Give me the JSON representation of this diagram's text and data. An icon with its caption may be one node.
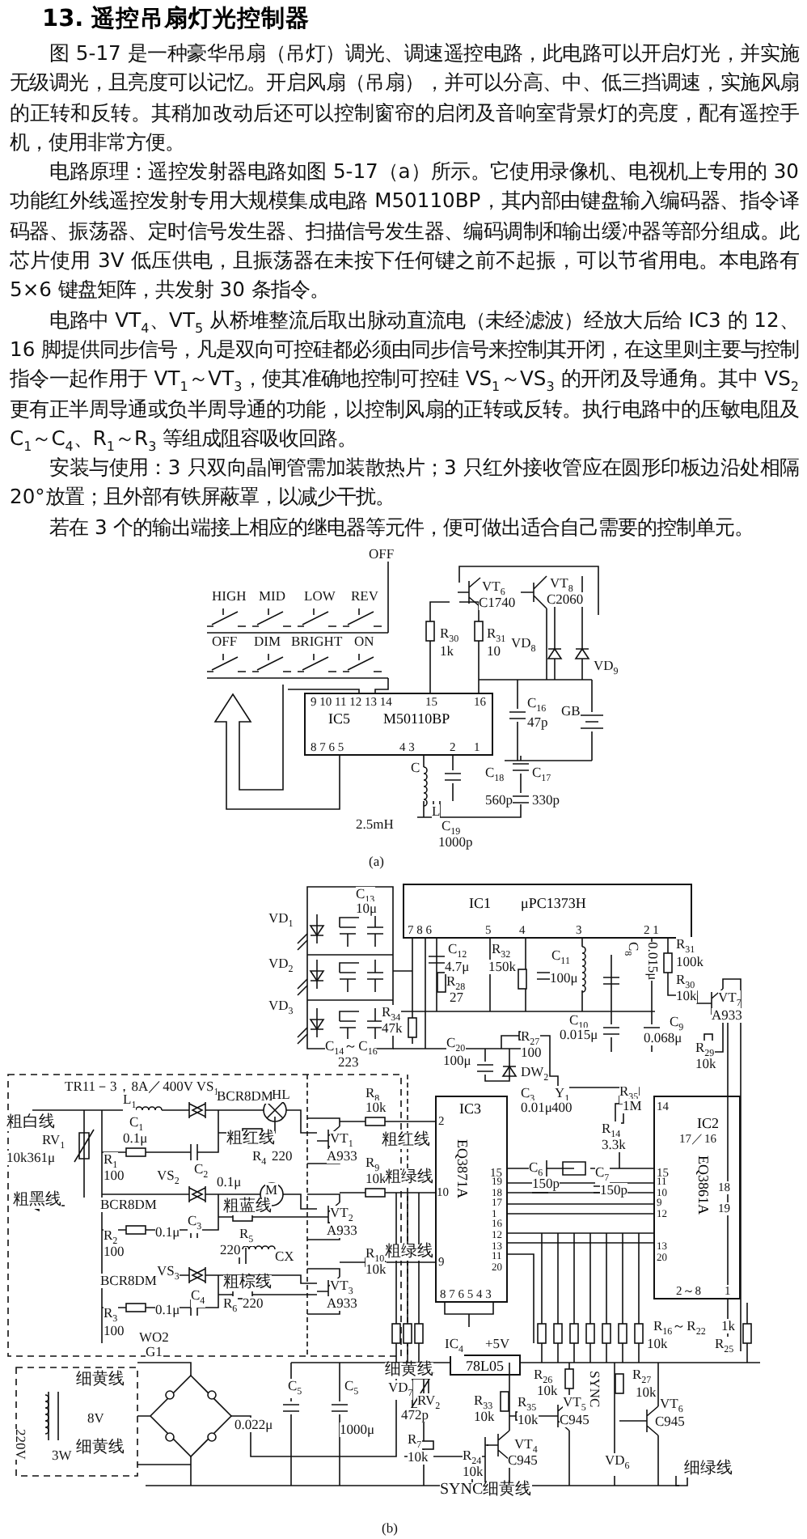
{
  "diagram": {
    "title": "13. 遥控吊扇灯光控制器",
    "nodes": [
      {
        "text": [
          "IC5",
          "M50110BP"
        ]
      },
      {
        "text": [
          "IC1",
          "μPC1373H"
        ]
      },
      {
        "text": [
          "IC3",
          "EQ3871A"
        ]
      },
      {
        "text": [
          "IC2",
          "EQ3861A"
        ]
      },
      {
        "text": [
          "78L05"
        ],
        "beside": [
          "IC$_{4}$",
          "+5V"
        ]
      }
    ],
    "edges": [
      {
        "from": 2,
        "to": 3,
        "arrow": "none"
      },
      {
        "from": 2,
        "to": 3,
        "arrow": "none"
      },
      {
        "from": 2,
        "to": 3,
        "arrow": "none"
      },
      {
        "from": 2,
        "to": 3,
        "arrow": "none"
      },
      {
        "from": 2,
        "to": 3,
        "arrow": "none"
      },
      {
        "from": 2,
        "to": 3,
        "arrow": "none"
      }
    ],
    "labels": [
      "图 5-17 是一种豪华吊扇（吊灯）调光、调速遥控电路，此电路可以开启灯光，并实施无级调光，且亮度可以记忆。开启风扇（吊扇），并可以分高、中、低三挡调速，实施风扇的正转和反转。其稍加改动后还可以控制窗帘的启闭及音响室背景灯的亮度，配有遥控手机，使用非常方便。",
      "电路原理：遥控发射器电路如图 5-17（a）所示。它使用录像机、电视机上专用的 30 功能红外线遥控发射专用大规模集成电路 M50110BP，其内部由键盘输入编码器、指令译码器、振荡器、定时信号发生器、扫描信号发生器、编码调制和输出缓冲器等部分组成。此芯片使用 3V 低压供电，且振荡器在未按下任何键之前不起振，可以节省用电。本电路有 5×6 键盘矩阵，共发射 30 条指令。",
      "电路中 VT$_{4}$、VT$_{5}$ 从桥堆整流后取出脉动直流电（未经滤波）经放大后给 IC3 的 12、16 脚提供同步信号，凡是双向可控硅都必须由同步信号来控制其开闭，在这里则主要与控制指令一起作用于 VT$_{1}$～VT$_{3}$，使其准确地控制可控硅 VS$_{1}$～VS$_{3}$ 的开闭及导通角。其中 VS$_{2}$ 更有正半周导通或负半周导通的功能，以控制风扇的正转或反转。执行电路中的压敏电阻及 C$_{1}$～C$_{4}$、R$_{1}$～R$_{3}$ 等组成阻容吸收回路。",
      "安装与使用：3 只双向晶闸管需加装散热片；3 只红外接收管应在圆形印板边沿处相隔 20°放置；且外部有铁屏蔽罩，以减少干扰。",
      "若在 3 个的输出端接上相应的继电器等元件，便可做出适合自己需要的控制单元。",
      "OFF",
      "HIGH",
      "MID",
      "LOW",
      "REV",
      "OFF",
      "DIM",
      "BRIGHT",
      "ON",
      "VT$_{6}$",
      "C1740",
      "VT$_{8}$",
      "C2060",
      "R$_{30}$",
      "1k",
      "R$_{31}$",
      "10",
      "VD$_{8}$",
      "VD$_{9}$",
      "C$_{16}$",
      "47p",
      "GB",
      "9 10 11 12 13 14",
      "15",
      "16",
      "8 7 6 5",
      "4 3",
      "2",
      "1",
      "C",
      "L",
      "C$_{18}$",
      "560p",
      "C$_{17}$",
      "330p",
      "2.5mH",
      "C$_{19}$",
      "1000p",
      "(a)",
      "VD$_{1}$",
      "VD$_{2}$",
      "VD$_{3}$",
      "C$_{13}$",
      "10μ",
      "7 8 6",
      "5",
      "4",
      "3",
      "2 1",
      "C$_{12}$",
      "4.7μ",
      "R$_{28}$",
      "27",
      "R$_{32}$",
      "150k",
      "C$_{11}$",
      "100μ",
      "C$_{8}$",
      "0.015μ",
      "R$_{31}$",
      "100k",
      "R$_{30}$",
      "10k",
      "VT$_{7}$",
      "A933",
      "C$_{10}$",
      "0.015μ",
      "C$_{9}$",
      "0.068μ",
      "R$_{29}$",
      "10k",
      "R$_{34}$",
      "47k",
      "C$_{14}$～C$_{16}$",
      "223",
      "C$_{20}$",
      "100μ",
      "R$_{27}$",
      "100",
      "DW$_{2}$",
      "TR11－3，8A／400V VS$_{1}$",
      "L$_{1}$",
      "BCR8DM",
      "HL",
      "R$_{8}$",
      "10k",
      "C$_{3}$",
      "0.01μ",
      "Y$_{1}$",
      "400",
      "R$_{35}$",
      "1M",
      "R$_{14}$",
      "3.3k",
      "粗白线",
      "RV$_{1}$",
      "10k361μ",
      "粗黑线",
      "C$_{1}$",
      "0.1μ",
      "R$_{1}$",
      "100",
      "VS$_{2}$",
      "C$_{2}$",
      "0.1μ",
      "粗红线",
      "R$_{4}$",
      "220",
      "VT$_{1}$",
      "A933",
      "粗红线",
      "R$_{9}$",
      "10k",
      "粗绿线",
      "M",
      "VT$_{2}$",
      "A933",
      "BCR8DM",
      "粗蓝线",
      "C$_{3}$",
      "R$_{2}$",
      "0.1μ",
      "100",
      "R$_{5}$",
      "220",
      "CX",
      "VS$_{3}$",
      "R$_{10}$",
      "10k",
      "粗绿线",
      "BCR8DM",
      "C$_{4}$",
      "0.1μ",
      "粗棕线",
      "R$_{6}$",
      "220",
      "VT$_{3}$",
      "A933",
      "R$_{3}$",
      "100",
      "2",
      "15",
      "10",
      "9",
      "19 18 17 1 16 12 13 11 20",
      "8 7 6 5 4 3",
      "14",
      "15",
      "17／16",
      "11 10 9 12",
      "18",
      "19",
      "13 20",
      "2～8",
      "1",
      "C$_{6}$",
      "150p",
      "C$_{7}$",
      "150p",
      "R$_{16}$～R$_{22}$",
      "10k",
      "1k",
      "R$_{25}$",
      "细黄线",
      "细黄线",
      "WO2",
      "G1",
      "220V",
      "8V",
      "3W",
      "C$_{5}$",
      "C$_{5}$",
      "0.022μ",
      "1000μ",
      "细黄线",
      "VD$_{7}$",
      "RV$_{2}$",
      "472p",
      "R$_{7}$",
      "10k",
      "R$_{33}$",
      "10k",
      "R$_{35}$",
      "10k",
      "R$_{24}$",
      "10k",
      "VT$_{4}$",
      "C945",
      "VT$_{5}$",
      "C945",
      "R$_{26}$",
      "10k",
      "SYNC",
      "R$_{27}$",
      "10k",
      "VT$_{6}$",
      "C945",
      "VD$_{6}$",
      "细绿线",
      "SYNC细黄线",
      "(b)"
    ]
  }
}
